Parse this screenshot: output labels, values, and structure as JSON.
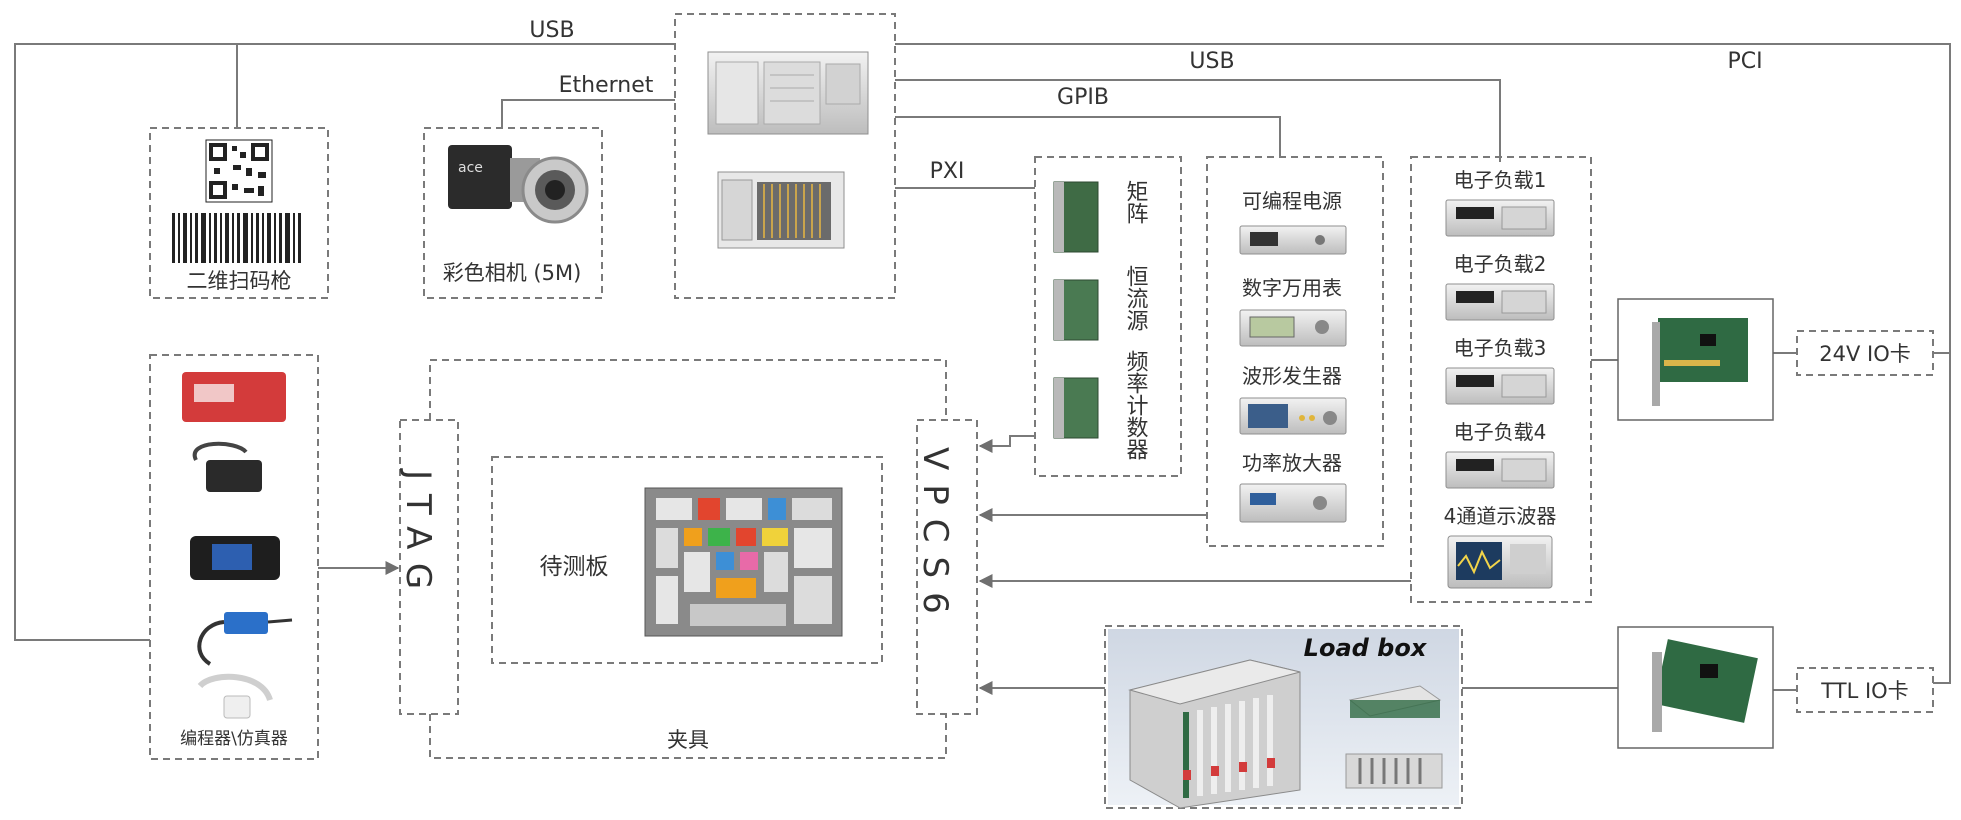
{
  "connections": {
    "usb_left": "USB",
    "ethernet": "Ethernet",
    "usb_right": "USB",
    "pci": "PCI",
    "gpib": "GPIB",
    "pxi": "PXI"
  },
  "devices": {
    "scanner": "二维扫码枪",
    "camera": "彩色相机 (5M)",
    "pxi_modules": [
      "矩阵",
      "恒流源",
      "频率计数器"
    ],
    "bench_instruments": [
      "可编程电源",
      "数字万用表",
      "波形发生器",
      "功率放大器"
    ],
    "loads_and_scope": [
      "电子负载1",
      "电子负载2",
      "电子负载3",
      "电子负载4",
      "4通道示波器"
    ],
    "programmer": "编程器\\仿真器",
    "io_24v": "24V IO卡",
    "io_ttl": "TTL IO卡",
    "load_box": "Load box"
  },
  "fixture": {
    "jtag": "JTAG",
    "vpcs6": "VPCS6",
    "dut": "待测板",
    "fixture_label": "夹具"
  }
}
